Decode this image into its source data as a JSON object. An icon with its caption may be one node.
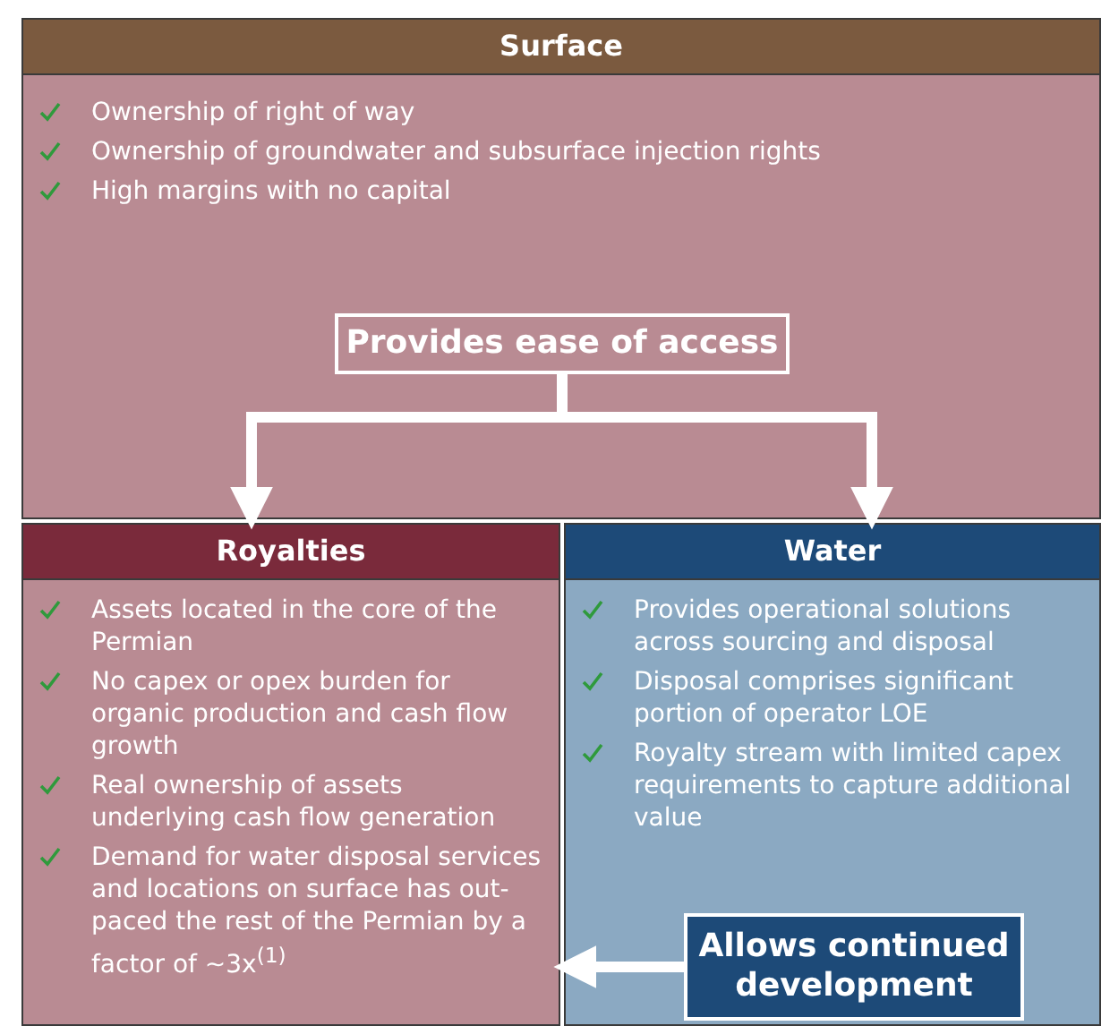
{
  "diagram": {
    "nodes": [
      {
        "text": [
          "Surface",
          "Ownership of right of way",
          "Ownership of groundwater and subsurface injection rights",
          "High margins with no capital"
        ]
      },
      {
        "text": [
          "Provides ease of access"
        ],
        "in": 0
      },
      {
        "text": [
          "Royalties",
          "Assets located in the core of the Permian",
          "No capex or opex burden for organic production and cash flow growth",
          "Real ownership of assets underlying cash flow generation",
          "Demand for water disposal services and locations on surface has out-paced the rest of the Permian by a factor of ~3x$^{(1)}$"
        ]
      },
      {
        "text": [
          "Water",
          "Provides operational solutions across sourcing and disposal",
          "Disposal comprises significant portion of operator LOE",
          "Royalty stream with limited capex requirements to capture additional value"
        ]
      },
      {
        "text": [
          "Allows continued development"
        ],
        "in": 3
      }
    ],
    "edges": [
      {
        "from": 1,
        "to": 2,
        "arrow": "to"
      },
      {
        "from": 1,
        "to": 3,
        "arrow": "to"
      },
      {
        "from": 4,
        "to": 2,
        "arrow": "to"
      }
    ]
  }
}
